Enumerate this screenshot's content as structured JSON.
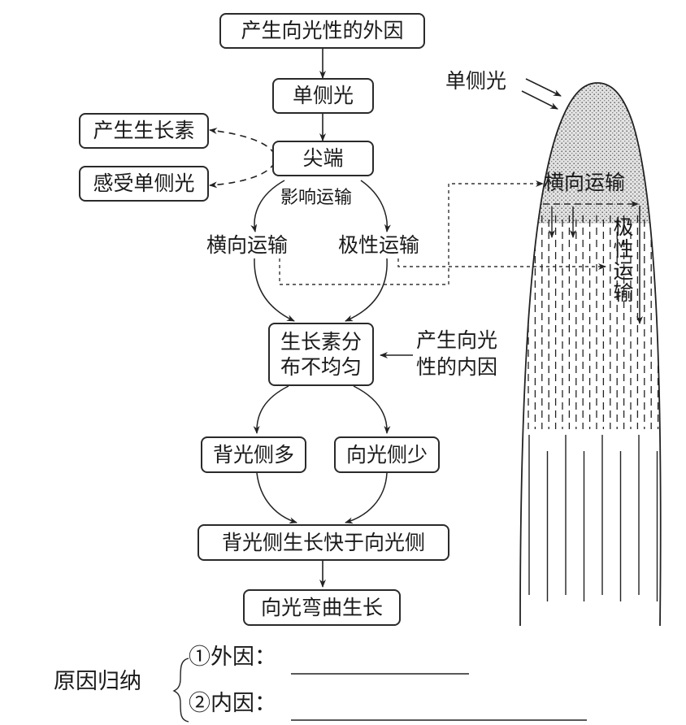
{
  "flowchart": {
    "external_cause_box": "产生向光性的外因",
    "unilateral_light_box": "单侧光",
    "tip_box": "尖端",
    "produce_auxin_box": "产生生长素",
    "sense_light_box": "感受单侧光",
    "affect_transport_label": "影响运输",
    "lateral_transport_label": "横向运输",
    "polar_transport_label": "极性运输",
    "auxin_uneven_line1": "生长素分",
    "auxin_uneven_line2": "布不均匀",
    "internal_cause_line1": "产生向光",
    "internal_cause_line2": "性的内因",
    "shade_side_more_box": "背光侧多",
    "light_side_less_box": "向光侧少",
    "growth_faster_box": "背光侧生长快于向光侧",
    "phototropism_box": "向光弯曲生长"
  },
  "plant_diagram": {
    "light_label": "单侧光",
    "lateral_transport_label": "横向运输",
    "polar_transport_label": "极性运输"
  },
  "summary": {
    "title": "原因归纳",
    "item1_label": "①外因：",
    "item2_label": "②内因："
  }
}
